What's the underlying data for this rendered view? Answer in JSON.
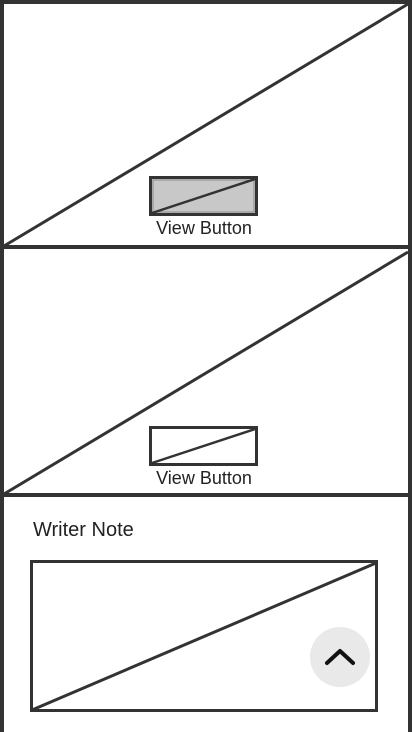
{
  "cards": [
    {
      "view_button_label": "View Button",
      "button_state": "filled"
    },
    {
      "view_button_label": "View Button",
      "button_state": "outline"
    }
  ],
  "writer_note": {
    "title": "Writer Note"
  },
  "scroll_top_button": {
    "icon": "chevron-up-icon"
  },
  "colors": {
    "stroke": "#333333",
    "button_fill": "#c8c8c8",
    "fab_background": "#e9e9e9",
    "background": "#ffffff"
  }
}
